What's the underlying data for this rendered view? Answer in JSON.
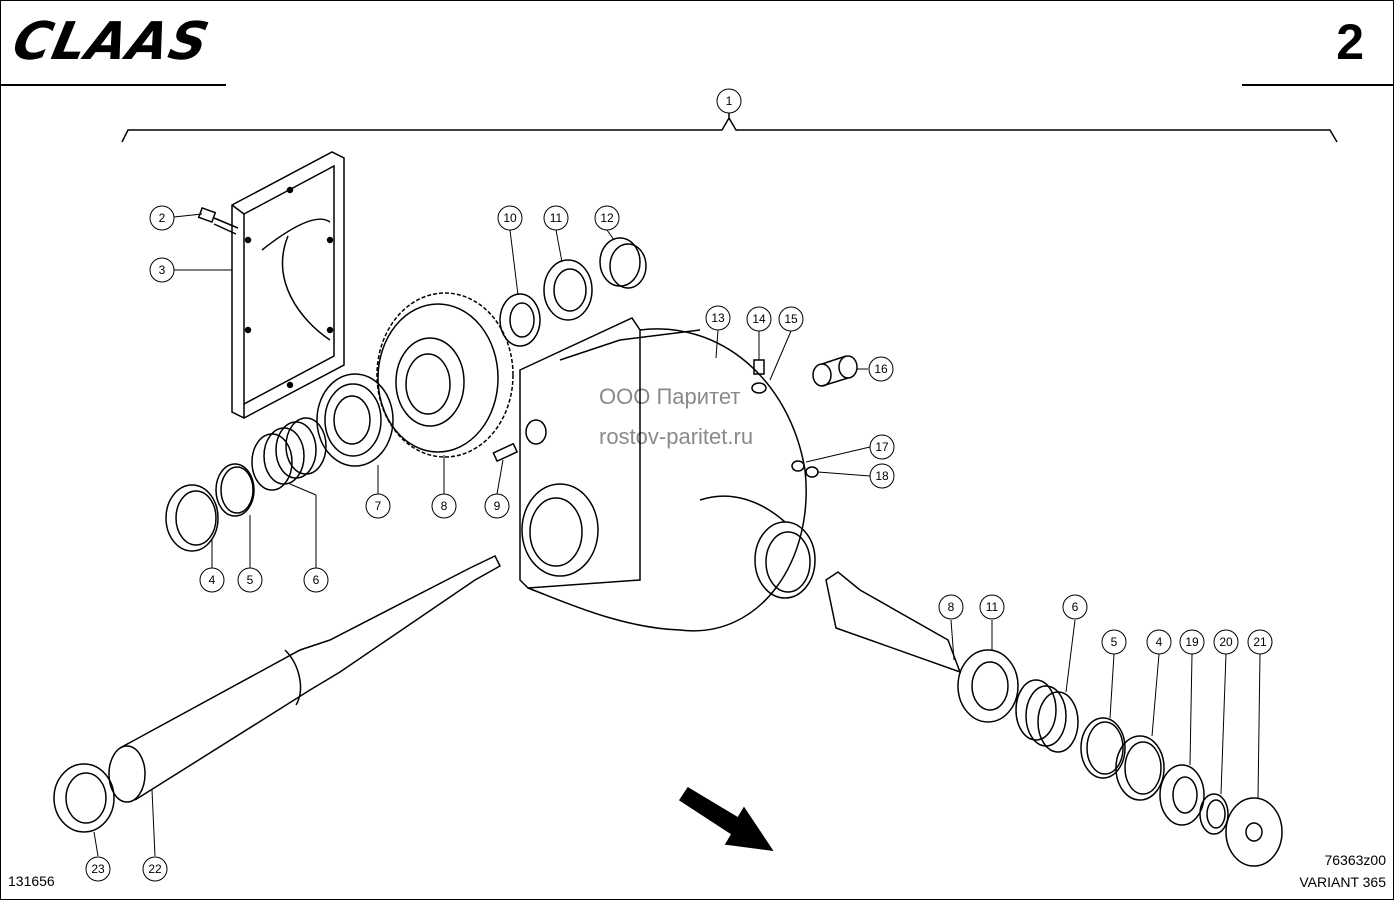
{
  "header": {
    "brand": "CLAAS",
    "page_number": "2"
  },
  "footer": {
    "left_code": "131656",
    "right_code": "76363z00",
    "model": "VARIANT 365"
  },
  "watermark": {
    "line1": "ООО Паритет",
    "line2": "rostov-paritet.ru"
  },
  "callouts": [
    {
      "id": "c1",
      "label": "1"
    },
    {
      "id": "c2",
      "label": "2"
    },
    {
      "id": "c3",
      "label": "3"
    },
    {
      "id": "c4a",
      "label": "4"
    },
    {
      "id": "c5a",
      "label": "5"
    },
    {
      "id": "c6a",
      "label": "6"
    },
    {
      "id": "c7",
      "label": "7"
    },
    {
      "id": "c8a",
      "label": "8"
    },
    {
      "id": "c9",
      "label": "9"
    },
    {
      "id": "c10",
      "label": "10"
    },
    {
      "id": "c11a",
      "label": "11"
    },
    {
      "id": "c12",
      "label": "12"
    },
    {
      "id": "c13",
      "label": "13"
    },
    {
      "id": "c14",
      "label": "14"
    },
    {
      "id": "c15",
      "label": "15"
    },
    {
      "id": "c16",
      "label": "16"
    },
    {
      "id": "c17",
      "label": "17"
    },
    {
      "id": "c18",
      "label": "18"
    },
    {
      "id": "c8b",
      "label": "8"
    },
    {
      "id": "c11b",
      "label": "11"
    },
    {
      "id": "c6b",
      "label": "6"
    },
    {
      "id": "c5b",
      "label": "5"
    },
    {
      "id": "c4b",
      "label": "4"
    },
    {
      "id": "c19",
      "label": "19"
    },
    {
      "id": "c20",
      "label": "20"
    },
    {
      "id": "c21",
      "label": "21"
    },
    {
      "id": "c22",
      "label": "22"
    },
    {
      "id": "c23",
      "label": "23"
    }
  ]
}
